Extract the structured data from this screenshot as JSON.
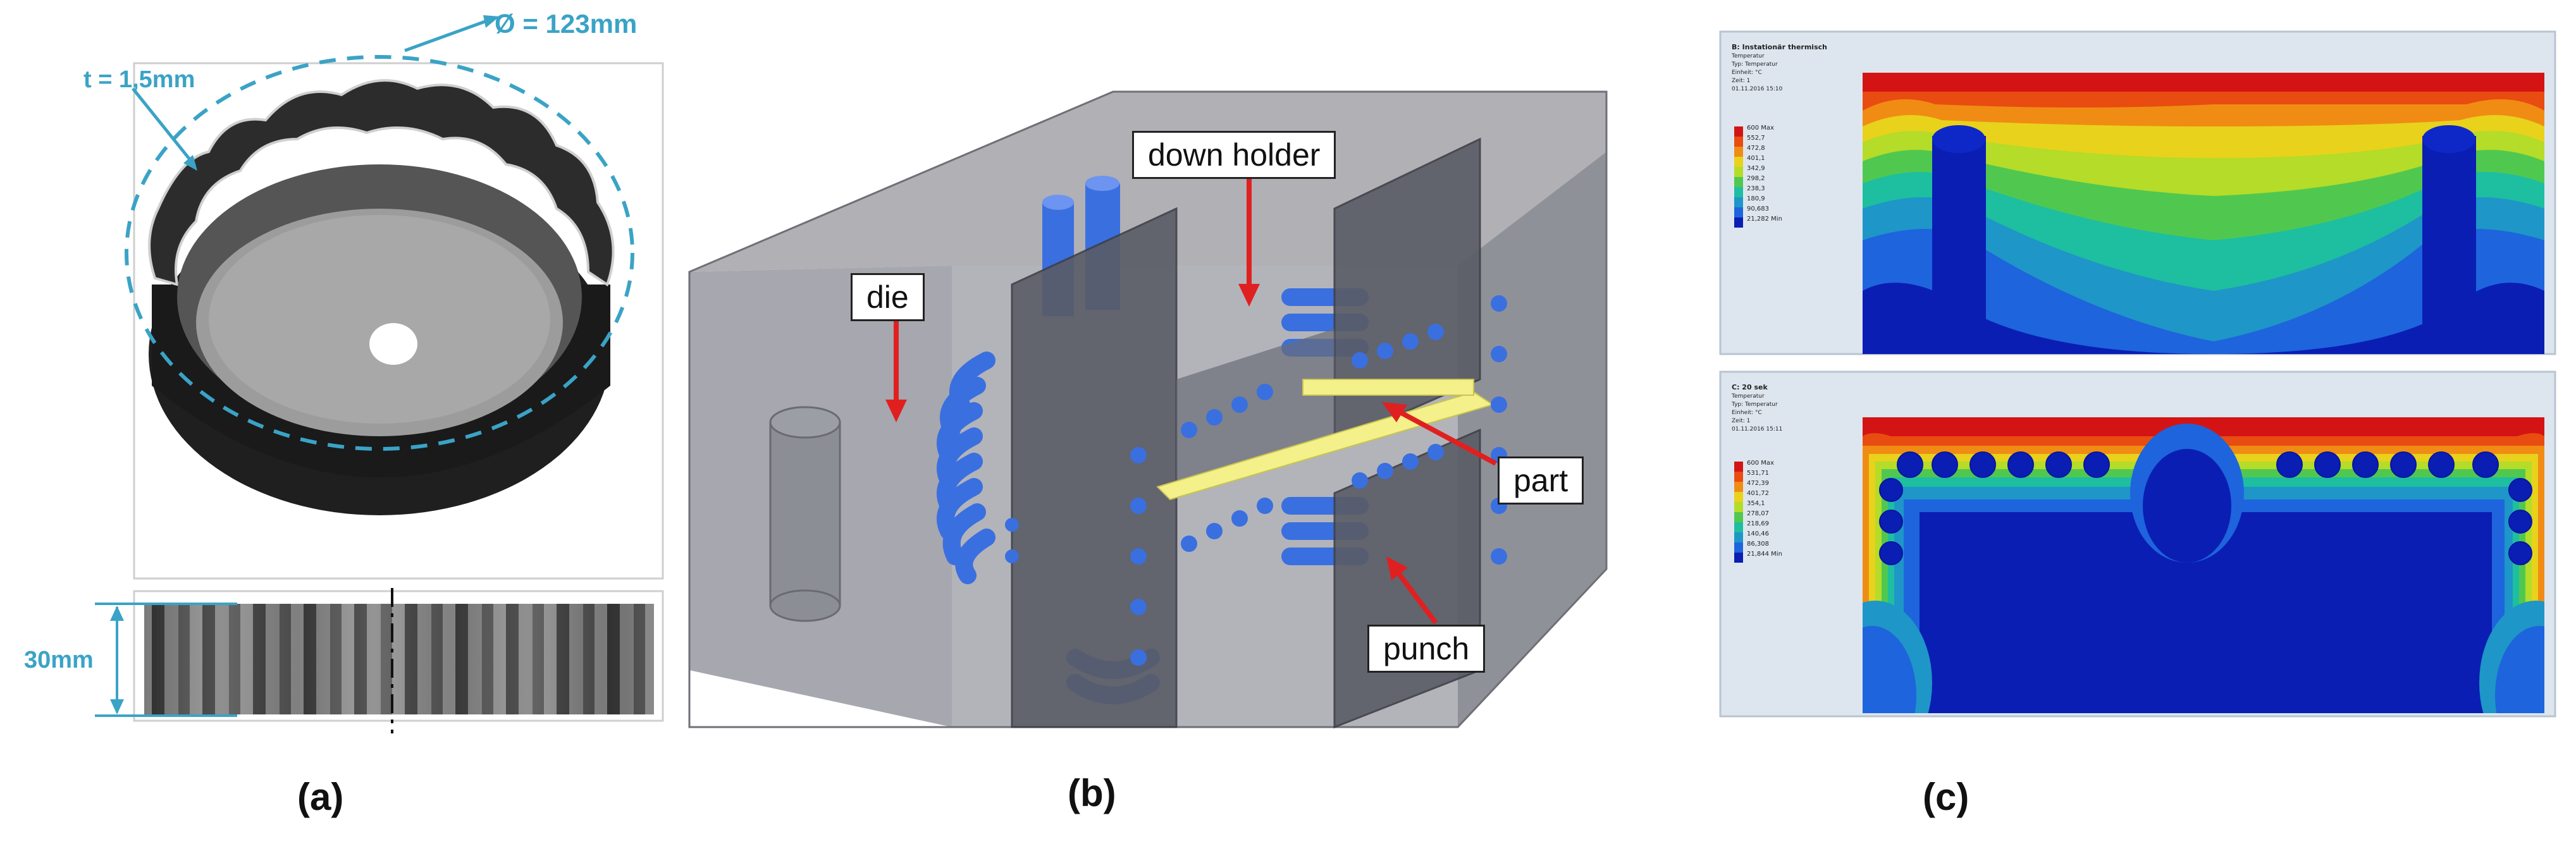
{
  "panel_a": {
    "caption": "(a)",
    "thickness_label": "t = 1,5mm",
    "diameter_label": "Ø = 123mm",
    "height_label": "30mm"
  },
  "panel_b": {
    "caption": "(b)",
    "labels": {
      "die": "die",
      "down_holder": "down holder",
      "part": "part",
      "punch": "punch"
    }
  },
  "panel_c": {
    "caption": "(c)",
    "top_plot": {
      "header_lines": [
        "B: Instationär thermisch",
        "Temperatur",
        "Typ: Temperatur",
        "Einheit: °C",
        "Zeit: 1",
        "01.11.2016 15:10"
      ],
      "legend_values": [
        "600 Max",
        "552,7",
        "472,8",
        "401,1",
        "342,9",
        "298,2",
        "238,3",
        "180,9",
        "90,683",
        "21,282 Min"
      ]
    },
    "bottom_plot": {
      "header_lines": [
        "C: 20 sek",
        "Temperatur",
        "Typ: Temperatur",
        "Einheit: °C",
        "Zeit: 1",
        "01.11.2016 15:11"
      ],
      "legend_values": [
        "600 Max",
        "531,71",
        "472,39",
        "401,72",
        "354,1",
        "278,07",
        "218,69",
        "140,46",
        "86,308",
        "21,844 Min"
      ]
    },
    "legend_colors": [
      "#d41414",
      "#e84c10",
      "#f08c14",
      "#e8d21c",
      "#b4dc28",
      "#50c850",
      "#1ebea0",
      "#1e96c8",
      "#1e64dc",
      "#0a1eb4"
    ]
  },
  "colors": {
    "dimension": "#3aa3c6",
    "arrow": "#e02020",
    "part": "#f4f08a",
    "cooling": "#3a6fe0"
  }
}
